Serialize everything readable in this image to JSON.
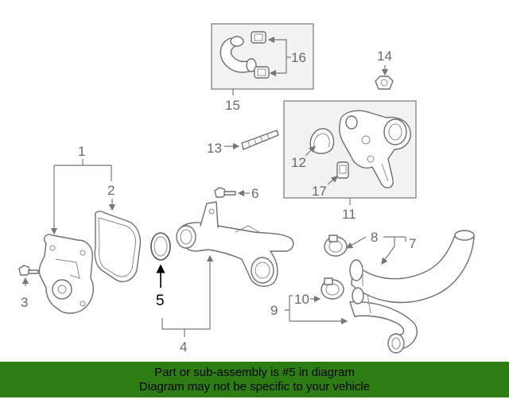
{
  "diagram": {
    "highlight_part": "5",
    "highlight_color": "#000000",
    "callouts": {
      "c1": "1",
      "c2": "2",
      "c3": "3",
      "c4": "4",
      "c5": "5",
      "c6": "6",
      "c7": "7",
      "c8": "8",
      "c9": "9",
      "c10": "10",
      "c11": "11",
      "c12": "12",
      "c13": "13",
      "c14": "14",
      "c15": "15",
      "c16": "16",
      "c17": "17"
    }
  },
  "banner": {
    "line1": "Part or sub-assembly is #5 in diagram",
    "line2": "Diagram may not be specific to your vehicle",
    "color": "#2e7d14"
  }
}
